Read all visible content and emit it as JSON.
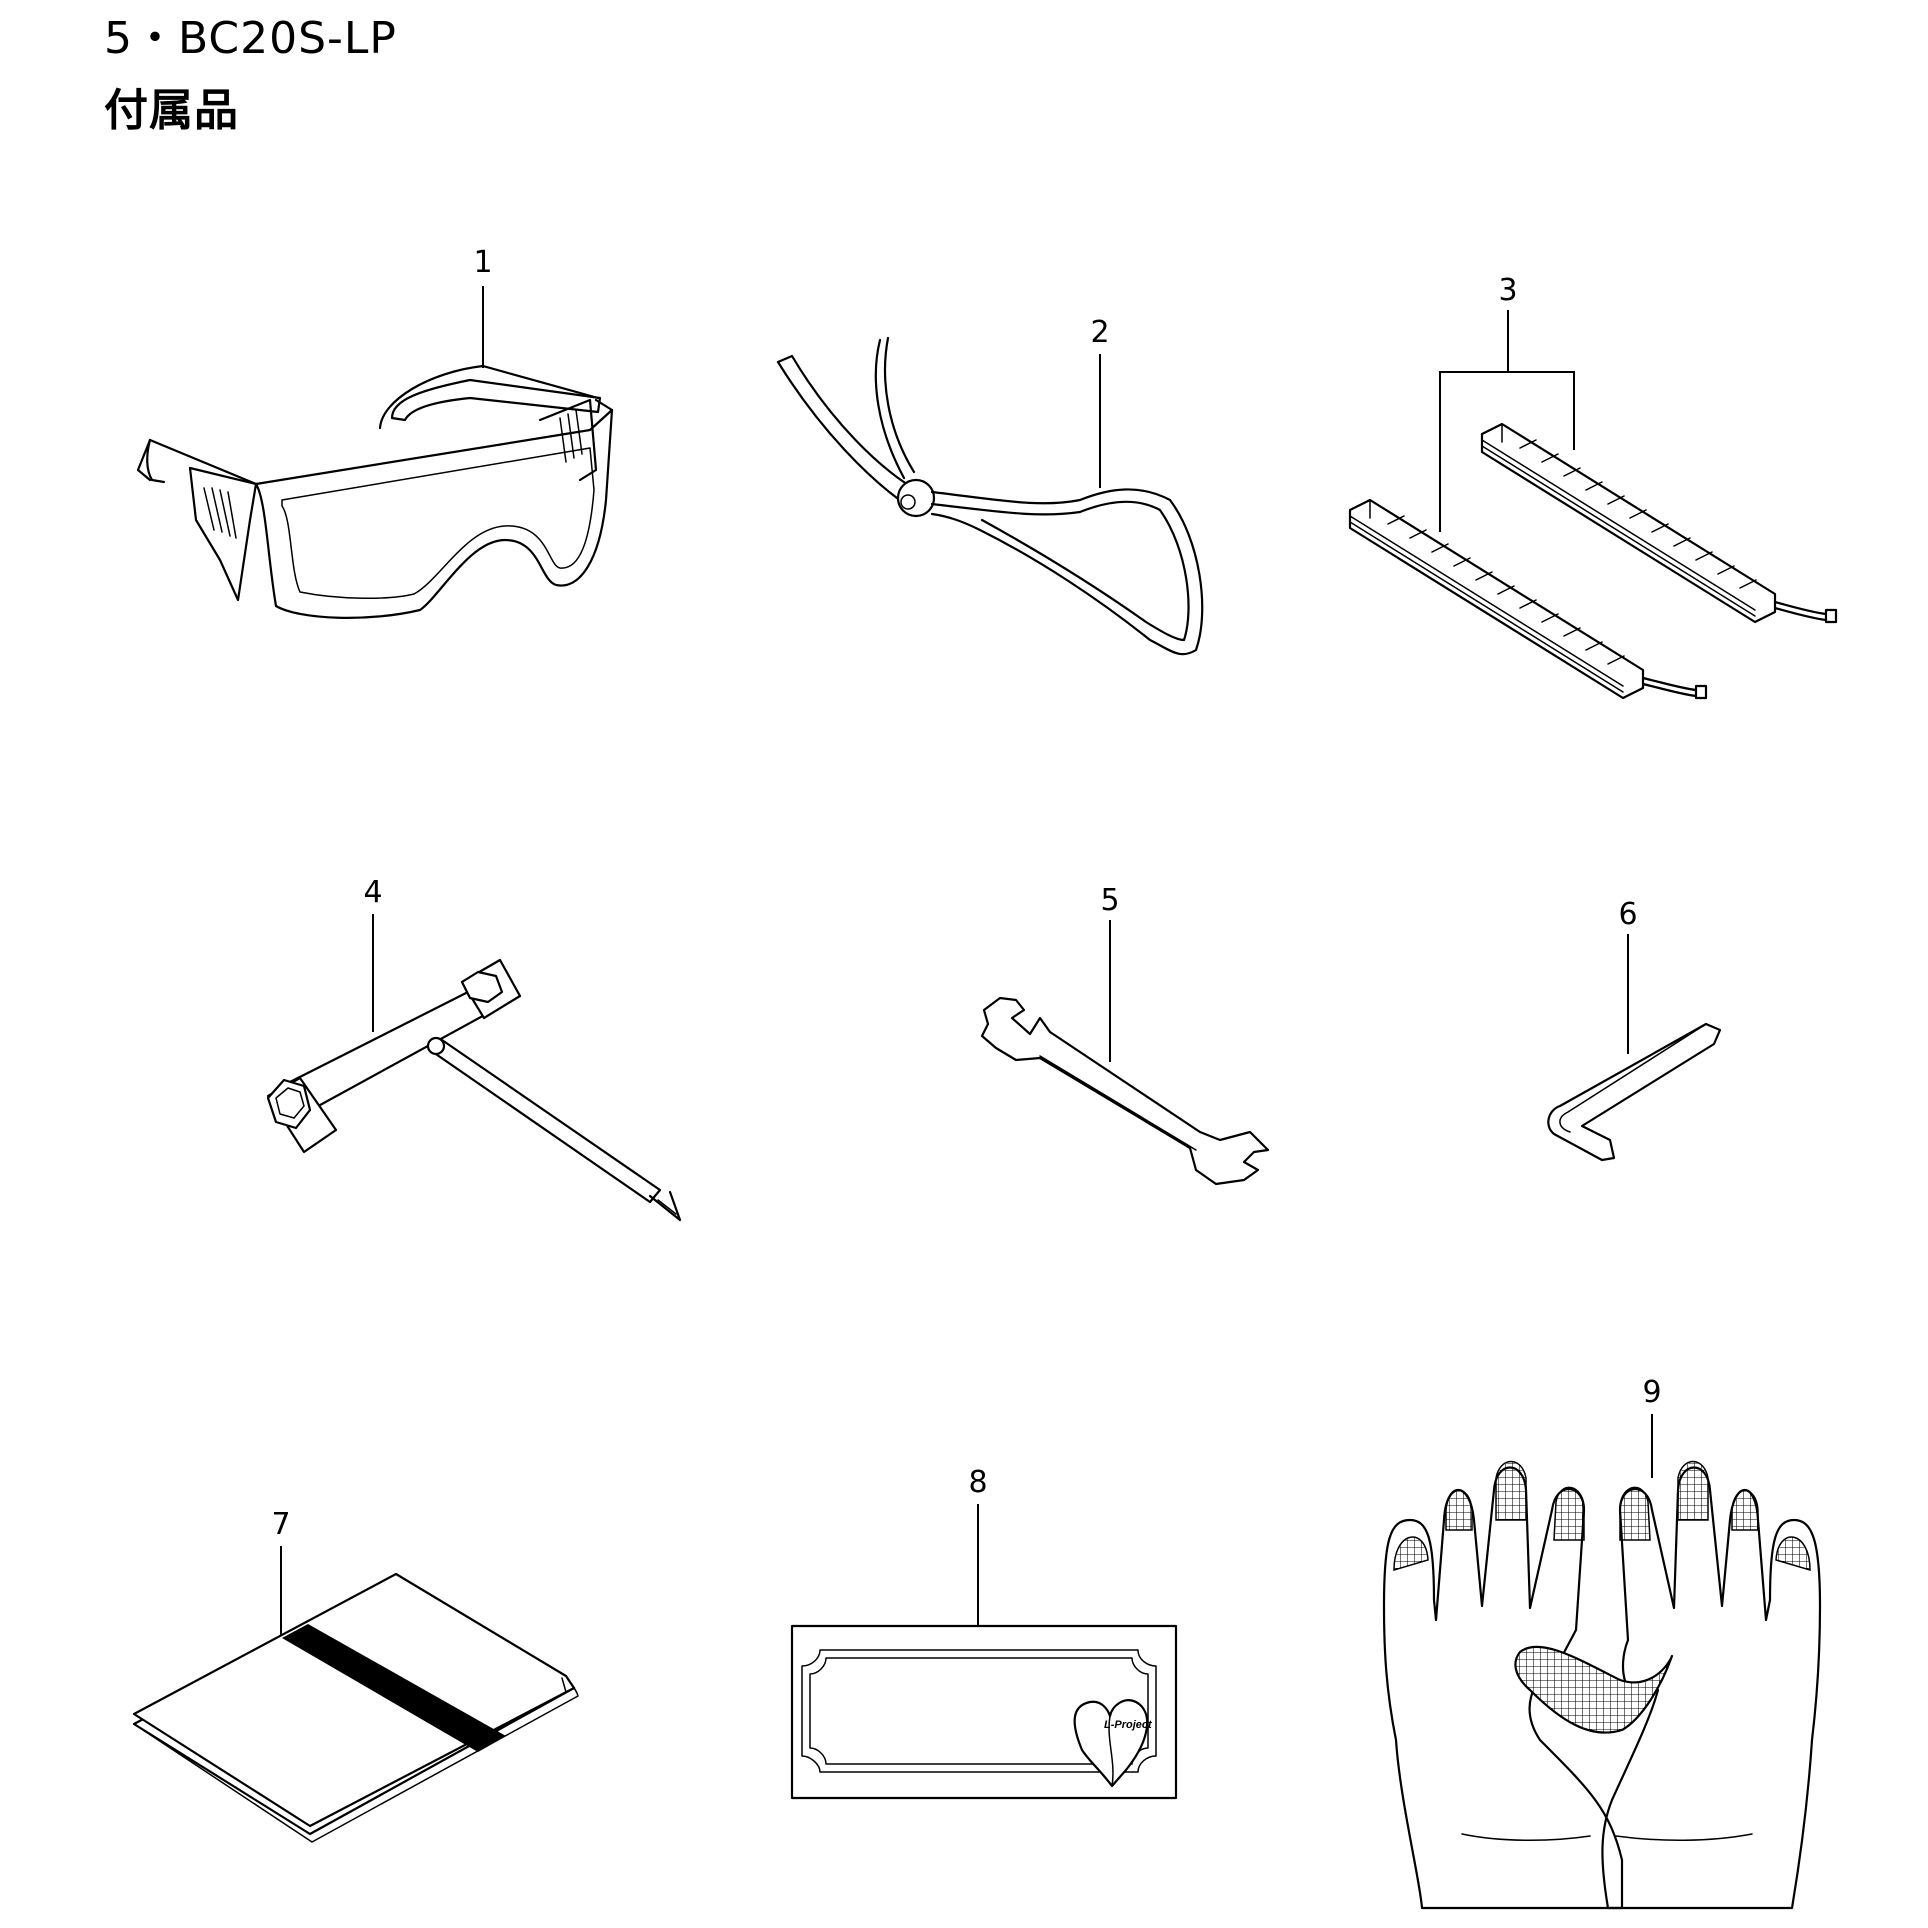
{
  "title": {
    "model_line": "5・BC20S-LP",
    "section_name": "付属品"
  },
  "parts": [
    {
      "number": "1",
      "icon": "safety-goggles-icon"
    },
    {
      "number": "2",
      "icon": "shoulder-strap-icon"
    },
    {
      "number": "3",
      "icon": "trimmer-line-cartridge-icon"
    },
    {
      "number": "4",
      "icon": "plug-wrench-screwdriver-icon"
    },
    {
      "number": "5",
      "icon": "open-end-spanner-icon"
    },
    {
      "number": "6",
      "icon": "hex-key-icon"
    },
    {
      "number": "7",
      "icon": "instruction-manual-icon"
    },
    {
      "number": "8",
      "icon": "label-sticker-icon"
    },
    {
      "number": "9",
      "icon": "work-gloves-icon"
    }
  ],
  "sticker_logo_text": "L-Project"
}
